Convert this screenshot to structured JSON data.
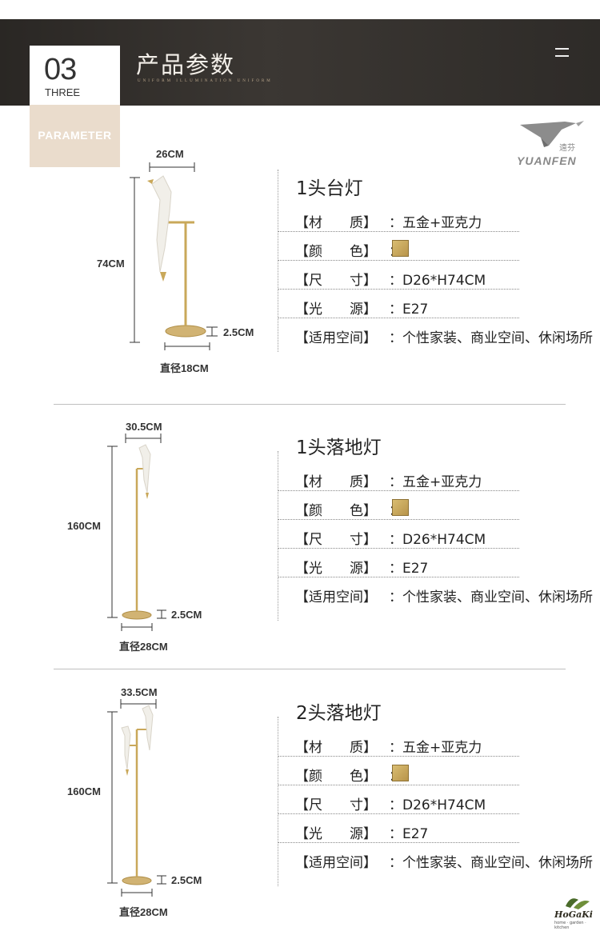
{
  "header": {
    "number": "03",
    "number_sub": "THREE",
    "param_label": "PARAMETER",
    "title": "产品参数",
    "subtitle": "UNIFORM ILLUMINATION UNIFORM"
  },
  "logo": {
    "cn": "遠芬",
    "en": "YUANFEN"
  },
  "products": [
    {
      "title": "1头台灯",
      "dims": {
        "width": "26CM",
        "height": "74CM",
        "base_h": "2.5CM",
        "diameter": "直径18CM"
      },
      "specs": [
        {
          "label": "【材　　质】",
          "value": "：五金+亚克力"
        },
        {
          "label": "【颜　　色】",
          "value": "："
        },
        {
          "label": "【尺　　寸】",
          "value": "：D26*H74CM"
        },
        {
          "label": "【光　　源】",
          "value": "：E27"
        },
        {
          "label": "【适用空间】",
          "value": "：个性家装、商业空间、休闲场所"
        }
      ]
    },
    {
      "title": "1头落地灯",
      "dims": {
        "width": "30.5CM",
        "height": "160CM",
        "base_h": "2.5CM",
        "diameter": "直径28CM"
      },
      "specs": [
        {
          "label": "【材　　质】",
          "value": "：五金+亚克力"
        },
        {
          "label": "【颜　　色】",
          "value": "："
        },
        {
          "label": "【尺　　寸】",
          "value": "：D26*H74CM"
        },
        {
          "label": "【光　　源】",
          "value": "：E27"
        },
        {
          "label": "【适用空间】",
          "value": "：个性家装、商业空间、休闲场所"
        }
      ]
    },
    {
      "title": "2头落地灯",
      "dims": {
        "width": "33.5CM",
        "height": "160CM",
        "base_h": "2.5CM",
        "diameter": "直径28CM"
      },
      "specs": [
        {
          "label": "【材　　质】",
          "value": "：五金+亚克力"
        },
        {
          "label": "【颜　　色】",
          "value": "："
        },
        {
          "label": "【尺　　寸】",
          "value": "：D26*H74CM"
        },
        {
          "label": "【光　　源】",
          "value": "：E27"
        },
        {
          "label": "【适用空间】",
          "value": "：个性家装、商业空间、休闲场所"
        }
      ]
    }
  ],
  "colors": {
    "gold": "#c9a85a",
    "header_bg": "#2f2b28",
    "param_bg": "#eadccc"
  },
  "footer_logo": {
    "name": "HoGaKi",
    "sub": "home · garden · kitchen"
  }
}
